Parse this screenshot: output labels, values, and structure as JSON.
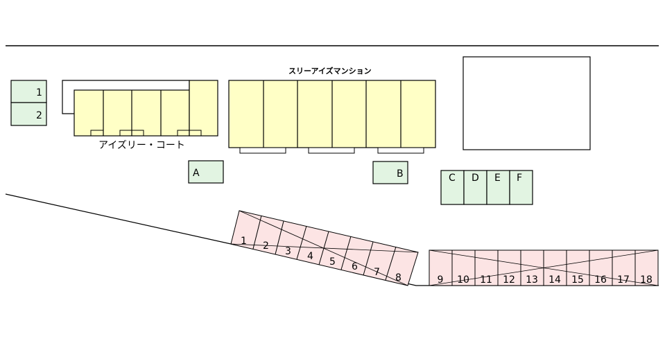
{
  "buildings": {
    "izuri_court": {
      "name": "アイズリー・コート"
    },
    "three_is_mansion": {
      "name": "スリーアイズマンション"
    }
  },
  "parking_left_column": [
    "1",
    "2"
  ],
  "parking_small": {
    "a": "A",
    "b": "B"
  },
  "parking_cdef": [
    "C",
    "D",
    "E",
    "F"
  ],
  "diagonal_parking": [
    "1",
    "2",
    "3",
    "4",
    "5",
    "6",
    "7",
    "8"
  ],
  "bottom_parking": [
    "9",
    "10",
    "11",
    "12",
    "13",
    "14",
    "15",
    "16",
    "17",
    "18"
  ],
  "colors": {
    "building_fill": "#ffffc6",
    "parking_green": "#e2f4e2",
    "parking_pink": "#fce4e4"
  }
}
